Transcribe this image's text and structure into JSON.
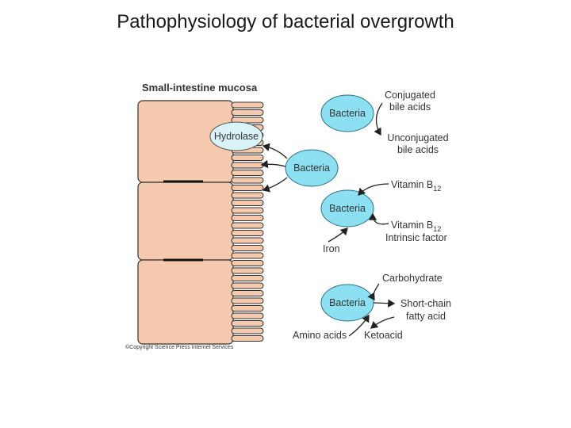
{
  "title": "Pathophysiology of bacterial overgrowth",
  "diagram": {
    "mucosa_label": "Small-intestine mucosa",
    "hydrolase_label": "Hydrolase",
    "bacteria_label": "Bacteria",
    "conjugated": [
      "Conjugated",
      "bile acids"
    ],
    "unconjugated": [
      "Unconjugated",
      "bile acids"
    ],
    "vitamin_b12": {
      "prefix": "Vitamin B",
      "sub": "12"
    },
    "vitamin_b12_if": {
      "prefix": "Vitamin B",
      "sub": "12",
      "line2": "Intrinsic factor"
    },
    "iron": "Iron",
    "carbohydrate": "Carbohydrate",
    "scfa": [
      "Short-chain",
      "fatty acid"
    ],
    "amino_acids": "Amino acids",
    "ketoacid": "Ketoacid",
    "copyright": "©Copyright Science Press Internet Services"
  },
  "colors": {
    "bacteria_fill": "#8de0f2",
    "cell_fill": "#f4c9ae",
    "hydrolase_fill": "#d9f3f8"
  }
}
